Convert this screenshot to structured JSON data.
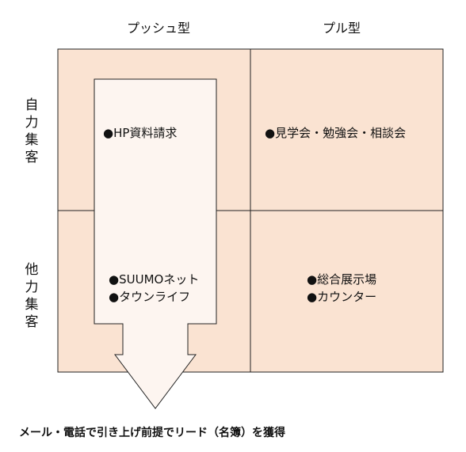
{
  "columns": {
    "push": "プッシュ型",
    "pull": "プル型"
  },
  "rows": {
    "self": "自力集客",
    "other": "他力集客"
  },
  "cells": {
    "push_self": [
      "●HP資料請求"
    ],
    "pull_self": [
      "●見学会・勉強会・相談会"
    ],
    "push_other": [
      "●SUUMOネット",
      "●タウンライフ"
    ],
    "pull_other": [
      "●総合展示場",
      "●カウンター"
    ]
  },
  "footer": "メール・電話で引き上げ前提でリード（名簿）を獲得",
  "colors": {
    "cell_fill": "#fae3d2",
    "highlight_fill": "#fdf5f0",
    "border": "#222222"
  }
}
